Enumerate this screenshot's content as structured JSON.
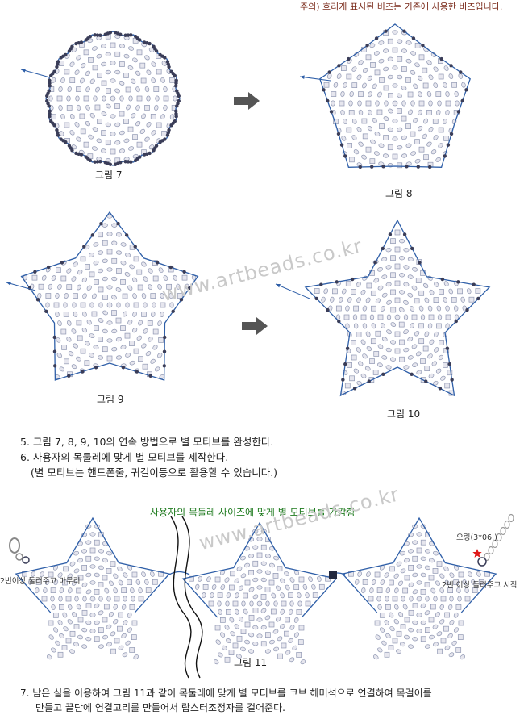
{
  "notice": "주의) 흐리게 표시된 비즈는 기존에 사용한 비즈입니다.",
  "figures": {
    "fig7": "그림 7",
    "fig8": "그림 8",
    "fig9": "그림 9",
    "fig10": "그림 10",
    "fig11": "그림 11"
  },
  "steps": {
    "step5": "5. 그림 7, 8, 9, 10의 연속 방법으로 별 모티브를 완성한다.",
    "step6": "6. 사용자의 목둘레에 맞게 별 모티브를 제작한다.",
    "step6_note": "(별 모티브는 핸드폰줄, 귀걸이등으로 활용할 수 있습니다.)",
    "step7_line1": "7. 남은 실을 이용하여 그림 11과 같이 목둘레에 맞게 별 모티브를 코브 헤머석으로 연결하여 목걸이를",
    "step7_line2": "만들고 끝단에 연결고리를 만들어서 랍스터조정자를 걸어준다."
  },
  "fig11_labels": {
    "subtitle": "사용자의 목둘레 사이즈에 맞게 별 모티브를 가감함",
    "left_note": "2번이상 둘러주고 마무리",
    "right_note": "2번 이상 둘러주고 시작",
    "ring_note": "오링(3*06.)"
  },
  "watermark": "www.artbeads.co.kr",
  "colors": {
    "thread": "#2f5fa8",
    "bead_fill": "#e6e6ee",
    "bead_stroke": "#8f97b2",
    "bead_dark": "#3a3d58",
    "arrow_gray": "#555555",
    "star_red": "#e01818"
  }
}
